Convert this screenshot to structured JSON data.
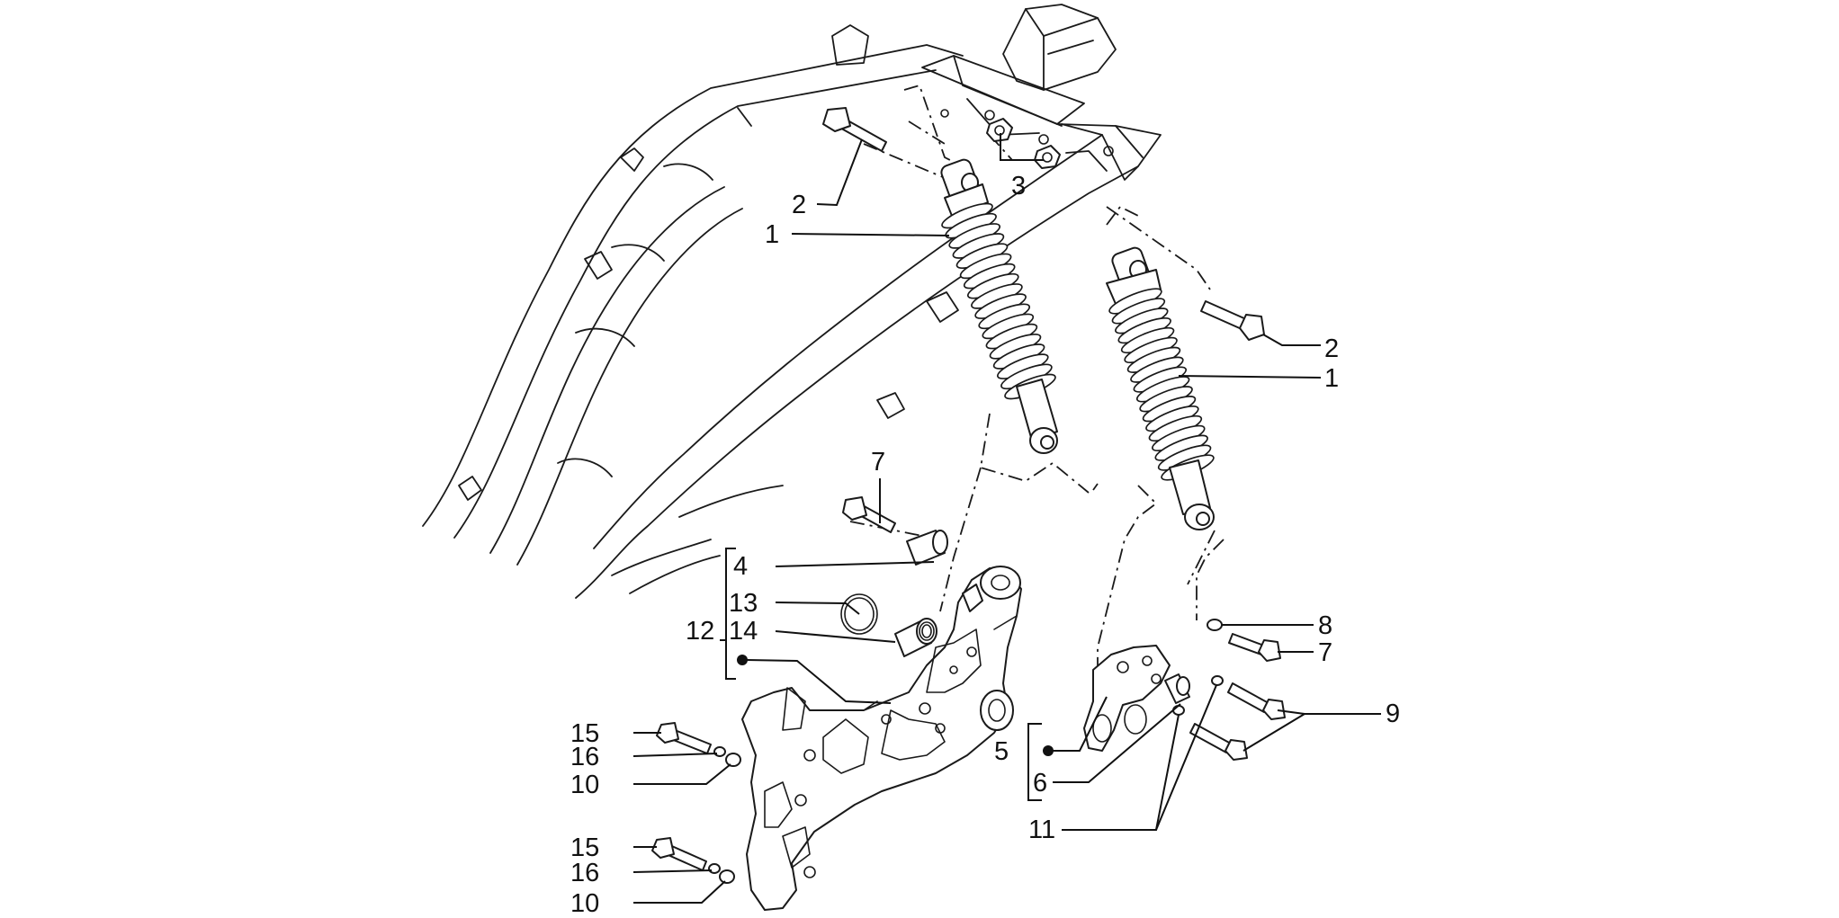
{
  "callouts": {
    "c1a": "1",
    "c1b": "1",
    "c2a": "2",
    "c2b": "2",
    "c3": "3",
    "c4": "4",
    "c5": "5",
    "c6": "6",
    "c7a": "7",
    "c7b": "7",
    "c8": "8",
    "c9": "9",
    "c10a": "10",
    "c10b": "10",
    "c11": "11",
    "c12": "12",
    "c13": "13",
    "c14": "14",
    "c15a": "15",
    "c15b": "15",
    "c16a": "16",
    "c16b": "16"
  },
  "colors": {
    "line": "#1a1a1a",
    "background": "#ffffff"
  }
}
